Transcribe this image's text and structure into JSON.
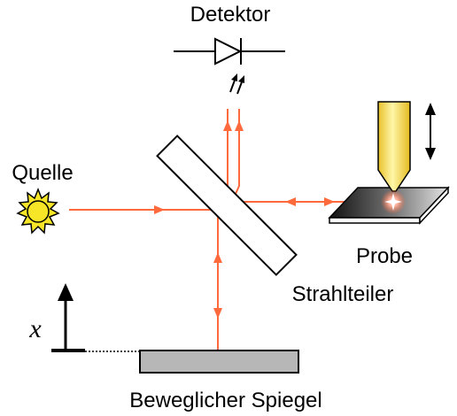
{
  "labels": {
    "detector": "Detektor",
    "source": "Quelle",
    "sample": "Probe",
    "beamsplitter": "Strahlteiler",
    "mirror": "Beweglicher Spiegel",
    "x_axis": "x"
  },
  "colors": {
    "beam": "#ff6a3d",
    "mirror": "#b7b7b7",
    "beamsplitter": "#ffffff",
    "tip": "#f4d63a",
    "sun": "#f7e627",
    "glow": "#ff8a70",
    "outline": "#000000"
  },
  "icons": {
    "source": "sun-icon",
    "detector": "photodiode-icon",
    "tip": "probe-tip-icon",
    "motion": "double-arrow-icon"
  }
}
